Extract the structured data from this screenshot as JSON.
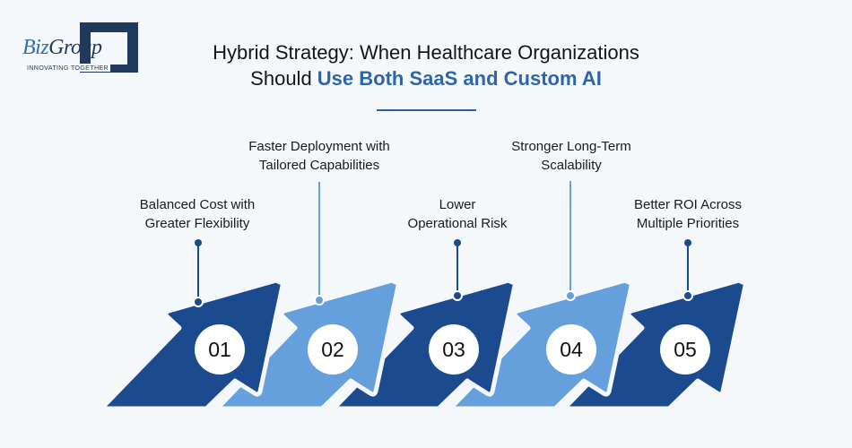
{
  "logo": {
    "brand_prefix": "Biz",
    "brand_suffix": "Group",
    "tagline": "INNOVATING TOGETHER"
  },
  "title": {
    "line1": "Hybrid Strategy: When Healthcare Organizations",
    "line2_plain": "Should ",
    "line2_highlight": "Use Both SaaS and Custom AI"
  },
  "colors": {
    "dark_blue": "#1b4b8e",
    "light_blue": "#65a0dd",
    "highlight_text": "#2d65a8",
    "background": "#f5f8fb"
  },
  "steps": [
    {
      "number": "01",
      "line1": "Balanced Cost with",
      "line2": "Greater Flexibility",
      "shade": "dark"
    },
    {
      "number": "02",
      "line1": "Faster Deployment with",
      "line2": "Tailored Capabilities",
      "shade": "light"
    },
    {
      "number": "03",
      "line1": "Lower",
      "line2": "Operational Risk",
      "shade": "dark"
    },
    {
      "number": "04",
      "line1": "Stronger Long-Term",
      "line2": "Scalability",
      "shade": "light"
    },
    {
      "number": "05",
      "line1": "Better ROI Across",
      "line2": "Multiple Priorities",
      "shade": "dark"
    }
  ]
}
